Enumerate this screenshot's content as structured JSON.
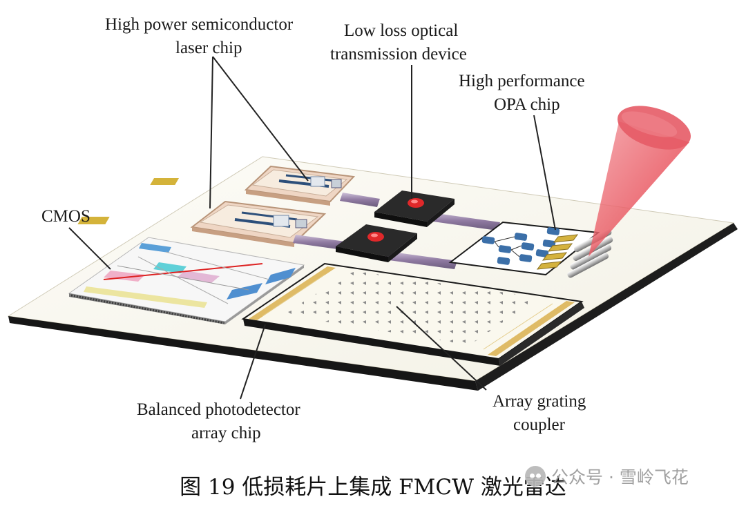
{
  "labels": {
    "laser_l1": "High power semiconductor",
    "laser_l2": "laser chip",
    "transmission_l1": "Low loss optical",
    "transmission_l2": "transmission device",
    "opa_l1": "High performance",
    "opa_l2": "OPA chip",
    "cmos": "CMOS",
    "photodetector_l1": "Balanced photodetector",
    "photodetector_l2": "array chip",
    "grating_l1": "Array grating",
    "grating_l2": "coupler"
  },
  "caption": "图 19 低损耗片上集成 FMCW 激光雷达",
  "watermark": "公众号 · 雪岭飞花",
  "icons": {
    "watermark": "wechat-icon"
  },
  "colors": {
    "board_top": "#fbfaf4",
    "board_edge": "#141414",
    "laser_base": "#efd6c4",
    "chip_dark": "#2a2a2a",
    "lens_red": "#e0282a",
    "waveguide": "#9a86a8",
    "beam": "#e8505a",
    "opa_blue": "#3b6fa8",
    "opa_gold": "#d4b23e",
    "grating_gold": "#d9b04e"
  }
}
